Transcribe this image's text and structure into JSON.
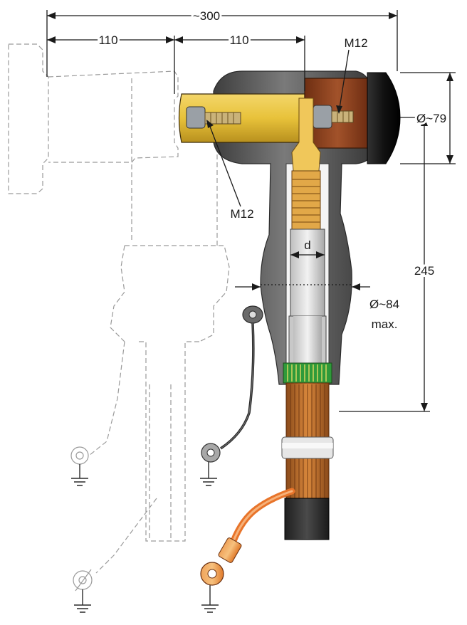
{
  "dimensions": {
    "overall_width": "~300",
    "left_span": "110",
    "right_span": "110",
    "bolt_top": "M12",
    "bolt_side": "M12",
    "head_diameter": "Ø~79",
    "height": "245",
    "body_diameter_line1": "Ø~84",
    "body_diameter_line2": "max.",
    "conductor": "d"
  },
  "colors": {
    "yellow_body": "#e8c23a",
    "brown_cap": "#8a3f1e",
    "black_cap": "#1a1a1a",
    "dark_housing": "#5a5a5a",
    "orange_earth": "#e8742a",
    "copper_screen": "#b8662a",
    "green_band": "#2f9a3a",
    "cable_jacket": "#2b2b2b"
  }
}
